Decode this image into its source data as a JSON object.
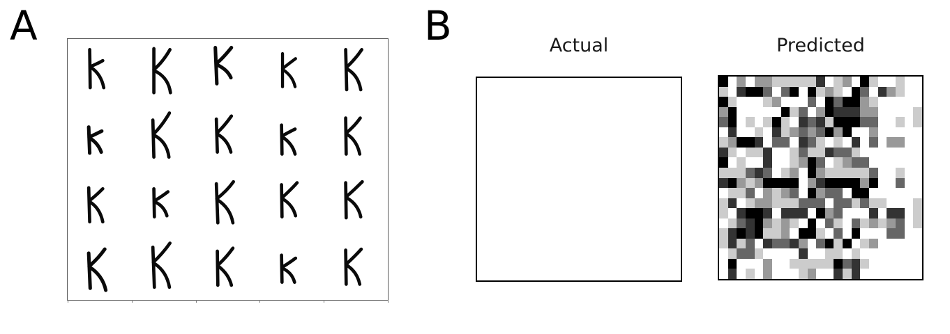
{
  "figure": {
    "background_color": "#ffffff",
    "panels": [
      {
        "label": "A",
        "name": "character-samples-panel"
      },
      {
        "label": "B",
        "name": "reconstruction-panel"
      }
    ]
  },
  "panel_a": {
    "label": "A",
    "axes_name": "character-sample-grid-axes",
    "rows": 4,
    "cols": 5,
    "glyph_label": "handwritten-character-K",
    "stroke_color": "#0a0a0a",
    "border_color": "#5a5a5a",
    "n_samples": 20,
    "tick_count": 6
  },
  "panel_b": {
    "label": "B",
    "subplots": [
      {
        "title": "Actual",
        "name": "actual-image-axes",
        "content": "blank"
      },
      {
        "title": "Predicted",
        "name": "predicted-image-axes",
        "content": "grayscale-heatmap"
      }
    ]
  },
  "chart_data": {
    "type": "heatmap",
    "title": "Predicted",
    "xlabel": "",
    "ylabel": "",
    "grid": false,
    "legend_position": "none",
    "colormap": "gray_r",
    "vmin": 0,
    "vmax": 1,
    "n_rows": 23,
    "n_cols": 23,
    "gray_levels": [
      "#ffffff",
      "#cccccc",
      "#999999",
      "#666666",
      "#333333",
      "#000000"
    ],
    "values": [
      [
        5,
        0,
        2,
        0,
        2,
        2,
        1,
        1,
        1,
        1,
        1,
        4,
        0,
        1,
        2,
        0,
        5,
        1,
        0,
        0,
        1,
        0,
        0
      ],
      [
        1,
        0,
        4,
        5,
        5,
        3,
        0,
        3,
        5,
        0,
        5,
        1,
        2,
        1,
        0,
        5,
        3,
        0,
        4,
        2,
        1,
        0,
        0
      ],
      [
        5,
        1,
        0,
        0,
        0,
        1,
        2,
        0,
        0,
        0,
        3,
        0,
        5,
        3,
        5,
        5,
        2,
        1,
        0,
        0,
        0,
        0,
        0
      ],
      [
        2,
        5,
        0,
        0,
        0,
        0,
        0,
        5,
        1,
        3,
        0,
        2,
        5,
        4,
        4,
        4,
        2,
        2,
        0,
        0,
        0,
        0,
        1
      ],
      [
        3,
        5,
        0,
        1,
        0,
        1,
        5,
        1,
        0,
        4,
        3,
        4,
        1,
        5,
        5,
        5,
        3,
        3,
        0,
        0,
        1,
        0,
        1
      ],
      [
        0,
        4,
        0,
        0,
        1,
        0,
        4,
        1,
        2,
        3,
        2,
        3,
        5,
        2,
        5,
        0,
        0,
        2,
        0,
        0,
        0,
        0,
        0
      ],
      [
        1,
        2,
        5,
        5,
        4,
        0,
        3,
        3,
        0,
        4,
        3,
        1,
        0,
        1,
        0,
        4,
        0,
        3,
        0,
        2,
        2,
        0,
        0
      ],
      [
        4,
        1,
        0,
        1,
        1,
        4,
        0,
        0,
        1,
        3,
        1,
        1,
        4,
        3,
        3,
        1,
        0,
        0,
        0,
        0,
        0,
        0,
        0
      ],
      [
        5,
        0,
        1,
        0,
        0,
        4,
        0,
        0,
        1,
        2,
        5,
        3,
        0,
        1,
        2,
        3,
        3,
        0,
        0,
        0,
        0,
        0,
        0
      ],
      [
        1,
        1,
        1,
        3,
        4,
        3,
        0,
        1,
        2,
        0,
        5,
        2,
        1,
        1,
        1,
        1,
        1,
        3,
        0,
        0,
        1,
        0,
        0
      ],
      [
        4,
        5,
        2,
        1,
        2,
        5,
        5,
        5,
        5,
        0,
        2,
        4,
        5,
        5,
        5,
        5,
        2,
        5,
        0,
        0,
        3,
        0,
        0
      ],
      [
        0,
        1,
        1,
        3,
        0,
        2,
        1,
        2,
        3,
        0,
        5,
        2,
        3,
        3,
        0,
        5,
        5,
        0,
        0,
        0,
        0,
        0,
        0
      ],
      [
        1,
        4,
        0,
        1,
        2,
        2,
        1,
        1,
        1,
        3,
        3,
        3,
        0,
        3,
        3,
        1,
        3,
        1,
        1,
        0,
        0,
        0,
        1
      ],
      [
        1,
        0,
        4,
        5,
        5,
        4,
        0,
        4,
        4,
        4,
        0,
        5,
        2,
        3,
        0,
        0,
        0,
        4,
        0,
        4,
        4,
        0,
        1
      ],
      [
        0,
        1,
        3,
        4,
        5,
        2,
        1,
        2,
        1,
        0,
        5,
        0,
        3,
        1,
        0,
        3,
        1,
        2,
        1,
        2,
        3,
        0,
        1
      ],
      [
        1,
        4,
        5,
        4,
        5,
        1,
        1,
        2,
        0,
        5,
        5,
        1,
        0,
        3,
        0,
        5,
        0,
        0,
        0,
        3,
        3,
        0,
        0
      ],
      [
        1,
        4,
        1,
        3,
        0,
        4,
        3,
        3,
        4,
        2,
        0,
        3,
        5,
        1,
        5,
        0,
        1,
        2,
        0,
        0,
        0,
        0,
        0
      ],
      [
        0,
        1,
        3,
        3,
        1,
        0,
        0,
        0,
        0,
        4,
        0,
        0,
        1,
        1,
        0,
        1,
        0,
        0,
        0,
        0,
        0,
        0,
        0
      ],
      [
        0,
        5,
        0,
        0,
        0,
        2,
        0,
        0,
        1,
        1,
        1,
        1,
        1,
        5,
        3,
        4,
        1,
        0,
        0,
        0,
        0,
        0,
        0
      ],
      [
        0,
        4,
        0,
        1,
        0,
        2,
        0,
        0,
        0,
        1,
        2,
        0,
        0,
        4,
        1,
        4,
        0,
        0,
        0,
        0,
        0,
        0,
        0
      ]
    ]
  }
}
